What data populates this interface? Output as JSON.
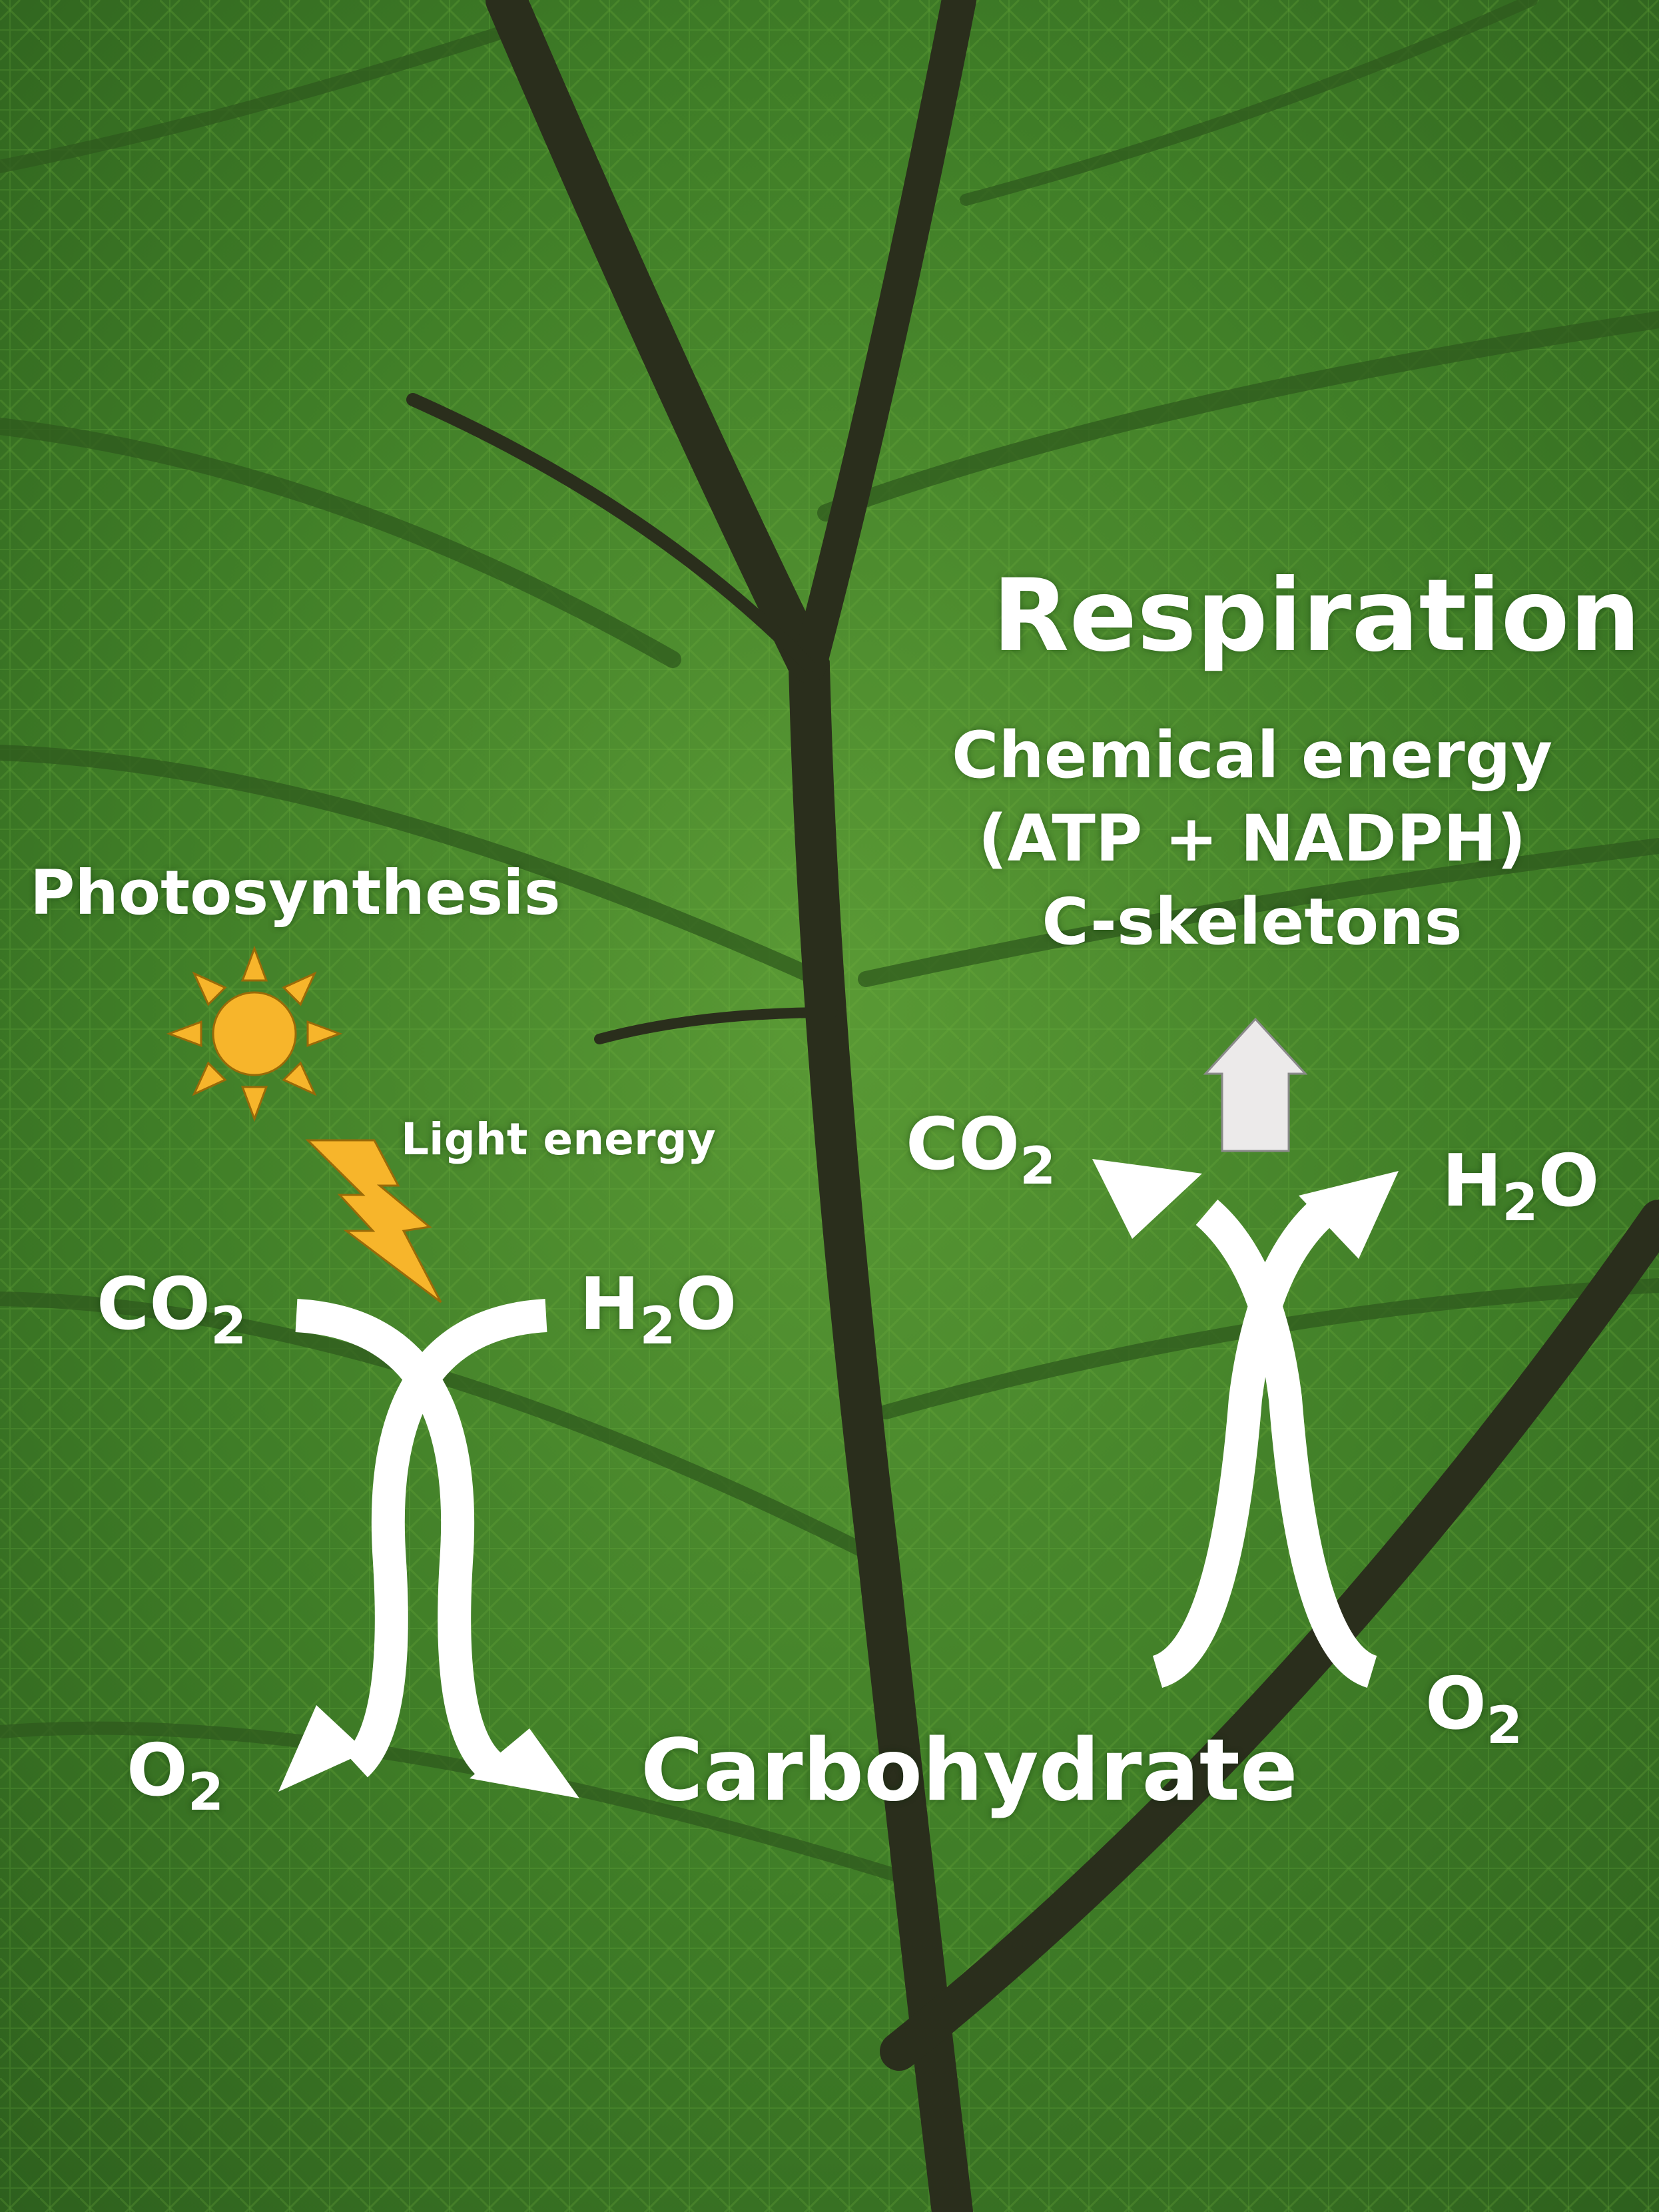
{
  "photosynthesis": {
    "title": "Photosynthesis",
    "light_label": "Light energy",
    "input_left": {
      "base": "CO",
      "sub": "2",
      "tail": ""
    },
    "input_right": {
      "base": "H",
      "sub": "2",
      "tail": "O"
    },
    "output_left": {
      "base": "O",
      "sub": "2",
      "tail": ""
    },
    "output_right": "Carbohydrate",
    "icons": [
      "sun-icon",
      "lightning-icon"
    ],
    "sun_color": "#F7B52B",
    "lightning_color": "#F7B52B"
  },
  "respiration": {
    "title": "Respiration",
    "products": [
      "Chemical energy",
      "(ATP + NADPH)",
      "C-skeletons"
    ],
    "output_left": {
      "base": "CO",
      "sub": "2",
      "tail": ""
    },
    "output_right": {
      "base": "H",
      "sub": "2",
      "tail": "O"
    },
    "input_right": {
      "base": "O",
      "sub": "2",
      "tail": ""
    },
    "icons": [
      "up-arrow-icon"
    ],
    "up_arrow_color": "#ECEAEA"
  },
  "colors": {
    "leaf_background": "#3f7d27",
    "vein": "#2a2e1c",
    "text": "#ffffff",
    "flow_arrow": "#ffffff"
  }
}
